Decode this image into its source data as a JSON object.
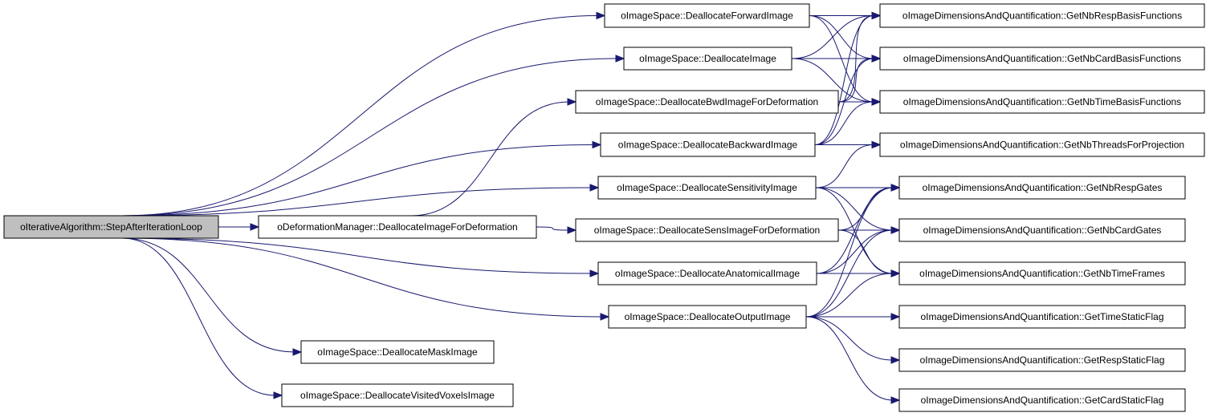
{
  "graph": {
    "nodes": [
      {
        "id": "root",
        "label": "oIterativeAlgorithm::StepAfterIterationLoop",
        "root": true
      },
      {
        "id": "deallocFwd",
        "label": "oImageSpace::DeallocateForwardImage"
      },
      {
        "id": "deallocImg",
        "label": "oImageSpace::DeallocateImage"
      },
      {
        "id": "deallocBwdDef",
        "label": "oImageSpace::DeallocateBwdImageForDeformation"
      },
      {
        "id": "deallocBwd",
        "label": "oImageSpace::DeallocateBackwardImage"
      },
      {
        "id": "deallocSens",
        "label": "oImageSpace::DeallocateSensitivityImage"
      },
      {
        "id": "defMgr",
        "label": "oDeformationManager::DeallocateImageForDeformation"
      },
      {
        "id": "deallocSensDef",
        "label": "oImageSpace::DeallocateSensImageForDeformation"
      },
      {
        "id": "deallocAnat",
        "label": "oImageSpace::DeallocateAnatomicalImage"
      },
      {
        "id": "deallocOut",
        "label": "oImageSpace::DeallocateOutputImage"
      },
      {
        "id": "deallocMask",
        "label": "oImageSpace::DeallocateMaskImage"
      },
      {
        "id": "deallocVis",
        "label": "oImageSpace::DeallocateVisitedVoxelsImage"
      },
      {
        "id": "getNbRespBasis",
        "label": "oImageDimensionsAndQuantification::GetNbRespBasisFunctions"
      },
      {
        "id": "getNbCardBasis",
        "label": "oImageDimensionsAndQuantification::GetNbCardBasisFunctions"
      },
      {
        "id": "getNbTimeBasis",
        "label": "oImageDimensionsAndQuantification::GetNbTimeBasisFunctions"
      },
      {
        "id": "getNbThreads",
        "label": "oImageDimensionsAndQuantification::GetNbThreadsForProjection"
      },
      {
        "id": "getNbRespGates",
        "label": "oImageDimensionsAndQuantification::GetNbRespGates"
      },
      {
        "id": "getNbCardGates",
        "label": "oImageDimensionsAndQuantification::GetNbCardGates"
      },
      {
        "id": "getNbTimeFrames",
        "label": "oImageDimensionsAndQuantification::GetNbTimeFrames"
      },
      {
        "id": "getTimeStatic",
        "label": "oImageDimensionsAndQuantification::GetTimeStaticFlag"
      },
      {
        "id": "getRespStatic",
        "label": "oImageDimensionsAndQuantification::GetRespStaticFlag"
      },
      {
        "id": "getCardStatic",
        "label": "oImageDimensionsAndQuantification::GetCardStaticFlag"
      }
    ],
    "edges": [
      [
        "root",
        "deallocFwd"
      ],
      [
        "root",
        "deallocImg"
      ],
      [
        "root",
        "deallocBwd"
      ],
      [
        "root",
        "deallocSens"
      ],
      [
        "root",
        "defMgr"
      ],
      [
        "root",
        "deallocAnat"
      ],
      [
        "root",
        "deallocOut"
      ],
      [
        "root",
        "deallocMask"
      ],
      [
        "root",
        "deallocVis"
      ],
      [
        "defMgr",
        "deallocBwdDef"
      ],
      [
        "defMgr",
        "deallocSensDef"
      ],
      [
        "deallocFwd",
        "getNbRespBasis"
      ],
      [
        "deallocFwd",
        "getNbCardBasis"
      ],
      [
        "deallocFwd",
        "getNbTimeBasis"
      ],
      [
        "deallocImg",
        "getNbRespBasis"
      ],
      [
        "deallocImg",
        "getNbCardBasis"
      ],
      [
        "deallocImg",
        "getNbTimeBasis"
      ],
      [
        "deallocBwdDef",
        "getNbRespBasis"
      ],
      [
        "deallocBwdDef",
        "getNbCardBasis"
      ],
      [
        "deallocBwdDef",
        "getNbTimeBasis"
      ],
      [
        "deallocBwd",
        "getNbRespBasis"
      ],
      [
        "deallocBwd",
        "getNbCardBasis"
      ],
      [
        "deallocBwd",
        "getNbTimeBasis"
      ],
      [
        "deallocBwd",
        "getNbThreads"
      ],
      [
        "deallocSens",
        "getNbThreads"
      ],
      [
        "deallocSens",
        "getNbRespGates"
      ],
      [
        "deallocSens",
        "getNbCardGates"
      ],
      [
        "deallocSens",
        "getNbTimeFrames"
      ],
      [
        "deallocSensDef",
        "getNbRespGates"
      ],
      [
        "deallocSensDef",
        "getNbCardGates"
      ],
      [
        "deallocSensDef",
        "getNbTimeFrames"
      ],
      [
        "deallocAnat",
        "getNbRespGates"
      ],
      [
        "deallocAnat",
        "getNbCardGates"
      ],
      [
        "deallocAnat",
        "getNbTimeFrames"
      ],
      [
        "deallocOut",
        "getNbRespGates"
      ],
      [
        "deallocOut",
        "getNbCardGates"
      ],
      [
        "deallocOut",
        "getNbTimeFrames"
      ],
      [
        "deallocOut",
        "getTimeStatic"
      ],
      [
        "deallocOut",
        "getRespStatic"
      ],
      [
        "deallocOut",
        "getCardStatic"
      ]
    ],
    "colors": {
      "edge": "#191970",
      "node_border": "#000000",
      "node_fill": "#ffffff",
      "root_fill": "#bfbfbf"
    }
  }
}
